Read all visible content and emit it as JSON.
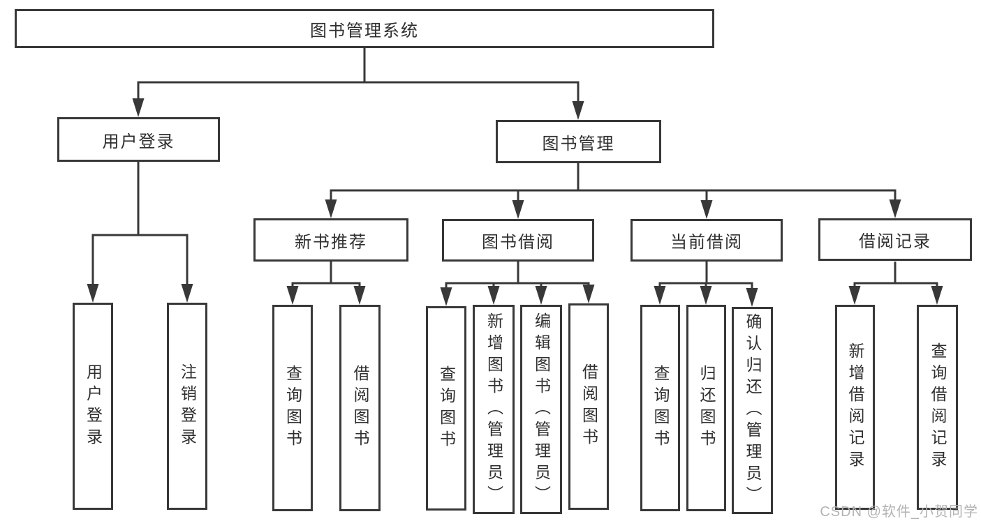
{
  "diagram": {
    "title": "图书管理系统",
    "nodes": [
      {
        "id": "root",
        "label": "图书管理系统"
      },
      {
        "id": "user-login",
        "label": "用户登录"
      },
      {
        "id": "book-management",
        "label": "图书管理"
      },
      {
        "id": "new-book-recommendation",
        "label": "新书推荐"
      },
      {
        "id": "book-borrowing",
        "label": "图书借阅"
      },
      {
        "id": "current-borrowing",
        "label": "当前借阅"
      },
      {
        "id": "borrowing-records",
        "label": "借阅记录"
      },
      {
        "id": "user-login-leaf",
        "label": "用户登录"
      },
      {
        "id": "logout-leaf",
        "label": "注销登录"
      },
      {
        "id": "query-books-recommend",
        "label": "查询图书"
      },
      {
        "id": "borrow-books-recommend",
        "label": "借阅图书"
      },
      {
        "id": "query-books-borrowing",
        "label": "查询图书"
      },
      {
        "id": "add-books-admin",
        "label": "新增图书（管理员）"
      },
      {
        "id": "edit-books-admin",
        "label": "编辑图书（管理员）"
      },
      {
        "id": "borrow-books-borrowing",
        "label": "借阅图书"
      },
      {
        "id": "query-books-current",
        "label": "查询图书"
      },
      {
        "id": "return-books",
        "label": "归还图书"
      },
      {
        "id": "confirm-return-admin",
        "label": "确认归还（管理员）"
      },
      {
        "id": "add-borrow-record",
        "label": "新增借阅记录"
      },
      {
        "id": "query-borrow-record",
        "label": "查询借阅记录"
      }
    ],
    "edges": [
      {
        "from": "root",
        "to": [
          "user-login",
          "book-management"
        ]
      },
      {
        "from": "user-login",
        "to": [
          "user-login-leaf",
          "logout-leaf"
        ]
      },
      {
        "from": "book-management",
        "to": [
          "new-book-recommendation",
          "book-borrowing",
          "current-borrowing",
          "borrowing-records"
        ]
      },
      {
        "from": "new-book-recommendation",
        "to": [
          "query-books-recommend",
          "borrow-books-recommend"
        ]
      },
      {
        "from": "book-borrowing",
        "to": [
          "query-books-borrowing",
          "add-books-admin",
          "edit-books-admin",
          "borrow-books-borrowing"
        ]
      },
      {
        "from": "current-borrowing",
        "to": [
          "query-books-current",
          "return-books",
          "confirm-return-admin"
        ]
      },
      {
        "from": "borrowing-records",
        "to": [
          "add-borrow-record",
          "query-borrow-record"
        ]
      }
    ]
  },
  "colors": {
    "line": "#383838",
    "box_border": "#383838",
    "text": "#2f2f2f",
    "background": "#ffffff",
    "watermark": "#b3b3b3"
  },
  "watermark": {
    "text": "CSDN @软件_小贺同学"
  }
}
